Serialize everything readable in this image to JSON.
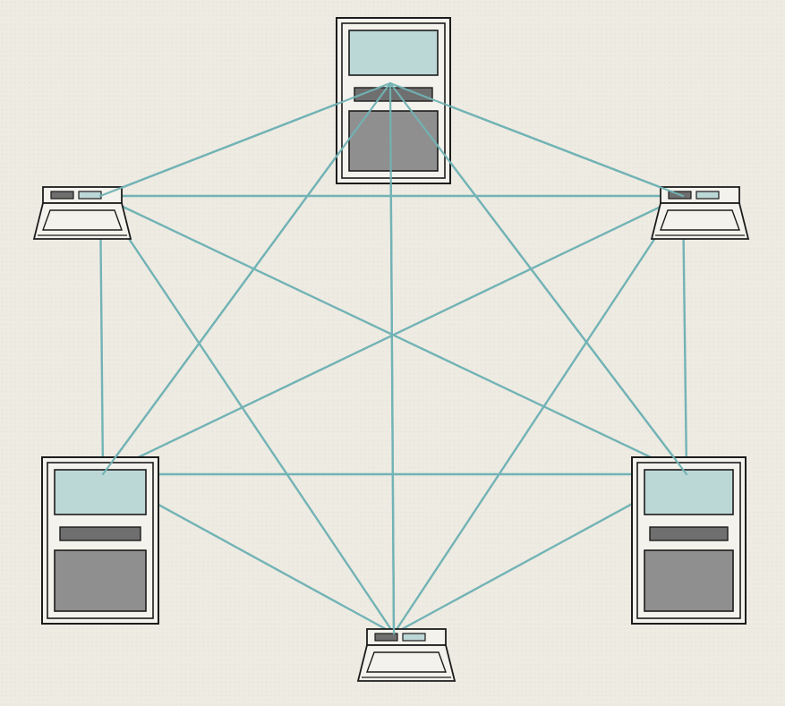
{
  "diagram": {
    "type": "full-mesh-network",
    "colors": {
      "background": "#eeebe3",
      "link": "#72b3b5",
      "outline": "#1c1c1c",
      "device_fill": "#f4f2ec",
      "screen": "#bcd8d6",
      "panel": "#8f8f8f",
      "slot": "#6f6f6f"
    },
    "nodes": [
      {
        "id": "server-top",
        "kind": "server-workstation",
        "icon": "server-icon"
      },
      {
        "id": "terminal-left",
        "kind": "terminal",
        "icon": "terminal-icon"
      },
      {
        "id": "terminal-right",
        "kind": "terminal",
        "icon": "terminal-icon"
      },
      {
        "id": "server-bottom-left",
        "kind": "server-workstation",
        "icon": "server-icon"
      },
      {
        "id": "server-bottom-right",
        "kind": "server-workstation",
        "icon": "server-icon"
      },
      {
        "id": "terminal-bottom",
        "kind": "terminal",
        "icon": "terminal-icon"
      }
    ],
    "links": [
      [
        "server-top",
        "terminal-left"
      ],
      [
        "server-top",
        "terminal-right"
      ],
      [
        "server-top",
        "server-bottom-left"
      ],
      [
        "server-top",
        "server-bottom-right"
      ],
      [
        "server-top",
        "terminal-bottom"
      ],
      [
        "terminal-left",
        "terminal-right"
      ],
      [
        "terminal-left",
        "server-bottom-left"
      ],
      [
        "terminal-left",
        "server-bottom-right"
      ],
      [
        "terminal-left",
        "terminal-bottom"
      ],
      [
        "terminal-right",
        "server-bottom-left"
      ],
      [
        "terminal-right",
        "server-bottom-right"
      ],
      [
        "terminal-right",
        "terminal-bottom"
      ],
      [
        "server-bottom-left",
        "server-bottom-right"
      ],
      [
        "server-bottom-left",
        "terminal-bottom"
      ],
      [
        "server-bottom-right",
        "terminal-bottom"
      ]
    ]
  }
}
